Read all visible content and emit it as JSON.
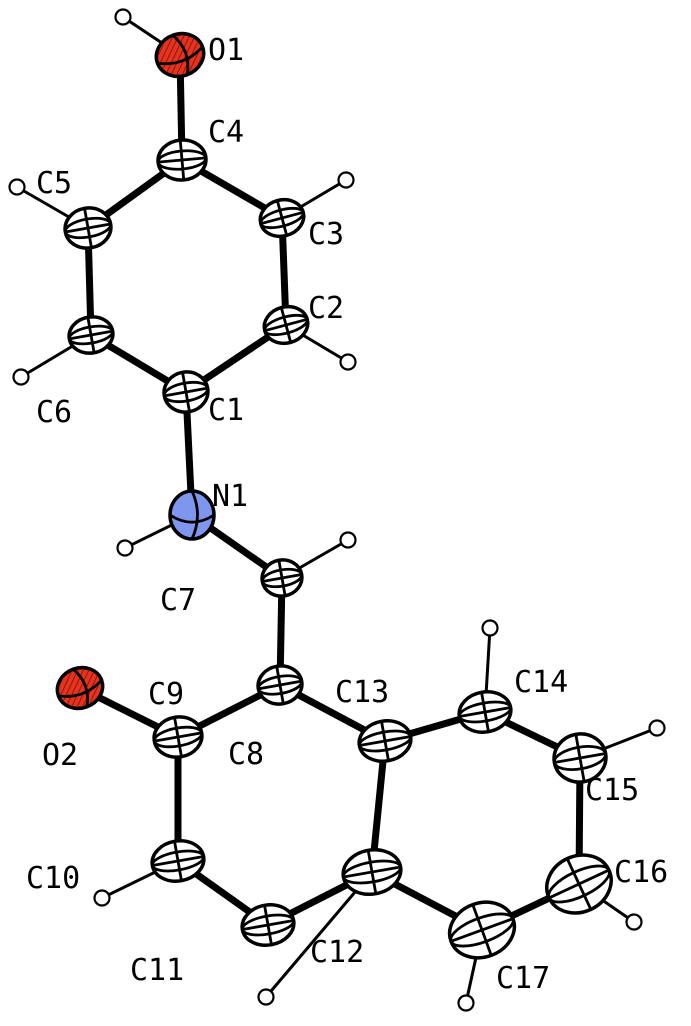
{
  "molecule": {
    "atoms": [
      {
        "id": "O1",
        "label": "O1",
        "element": "O",
        "color": "#e8321e"
      },
      {
        "id": "O2",
        "label": "O2",
        "element": "O",
        "color": "#e8321e"
      },
      {
        "id": "N1",
        "label": "N1",
        "element": "N",
        "color": "#7f96ee"
      },
      {
        "id": "C1",
        "label": "C1",
        "element": "C",
        "color": "#ffffff"
      },
      {
        "id": "C2",
        "label": "C2",
        "element": "C",
        "color": "#ffffff"
      },
      {
        "id": "C3",
        "label": "C3",
        "element": "C",
        "color": "#ffffff"
      },
      {
        "id": "C4",
        "label": "C4",
        "element": "C",
        "color": "#ffffff"
      },
      {
        "id": "C5",
        "label": "C5",
        "element": "C",
        "color": "#ffffff"
      },
      {
        "id": "C6",
        "label": "C6",
        "element": "C",
        "color": "#ffffff"
      },
      {
        "id": "C7",
        "label": "C7",
        "element": "C",
        "color": "#ffffff"
      },
      {
        "id": "C8",
        "label": "C8",
        "element": "C",
        "color": "#ffffff"
      },
      {
        "id": "C9",
        "label": "C9",
        "element": "C",
        "color": "#ffffff"
      },
      {
        "id": "C10",
        "label": "C10",
        "element": "C",
        "color": "#ffffff"
      },
      {
        "id": "C11",
        "label": "C11",
        "element": "C",
        "color": "#ffffff"
      },
      {
        "id": "C12",
        "label": "C12",
        "element": "C",
        "color": "#ffffff"
      },
      {
        "id": "C13",
        "label": "C13",
        "element": "C",
        "color": "#ffffff"
      },
      {
        "id": "C14",
        "label": "C14",
        "element": "C",
        "color": "#ffffff"
      },
      {
        "id": "C15",
        "label": "C15",
        "element": "C",
        "color": "#ffffff"
      },
      {
        "id": "C16",
        "label": "C16",
        "element": "C",
        "color": "#ffffff"
      },
      {
        "id": "C17",
        "label": "C17",
        "element": "C",
        "color": "#ffffff"
      }
    ],
    "bonds": [
      [
        "O1",
        "C4"
      ],
      [
        "C4",
        "C5"
      ],
      [
        "C4",
        "C3"
      ],
      [
        "C3",
        "C2"
      ],
      [
        "C5",
        "C6"
      ],
      [
        "C2",
        "C1"
      ],
      [
        "C6",
        "C1"
      ],
      [
        "C1",
        "N1"
      ],
      [
        "N1",
        "C7"
      ],
      [
        "C7",
        "C8"
      ],
      [
        "C8",
        "C9"
      ],
      [
        "C8",
        "C13"
      ],
      [
        "C9",
        "O2"
      ],
      [
        "C9",
        "C10"
      ],
      [
        "C10",
        "C11"
      ],
      [
        "C11",
        "C12"
      ],
      [
        "C12",
        "C13"
      ],
      [
        "C13",
        "C14"
      ],
      [
        "C14",
        "C15"
      ],
      [
        "C15",
        "C16"
      ],
      [
        "C16",
        "C17"
      ],
      [
        "C17",
        "C12"
      ]
    ]
  }
}
